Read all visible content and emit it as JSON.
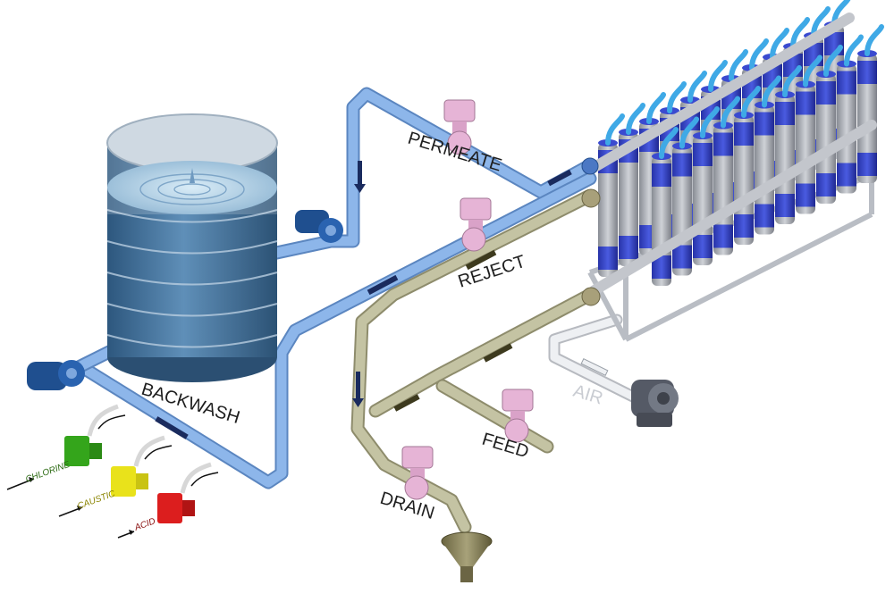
{
  "labels": {
    "permeate": "PERMEATE",
    "reject": "REJECT",
    "backwash": "BACKWASH",
    "feed": "FEED",
    "drain": "DRAIN",
    "air": "AIR"
  },
  "chemicals": [
    {
      "label": "CHLORINE",
      "color": "#34a51b",
      "text_color": "#2b6a12"
    },
    {
      "label": "CAUSTIC",
      "color": "#e9e21b",
      "text_color": "#8a8400"
    },
    {
      "label": "ACID",
      "color": "#dc1e1e",
      "text_color": "#8a1010"
    }
  ],
  "colors": {
    "water_pipe": "#8db6ea",
    "drain_pipe": "#c4c3a3",
    "air_pipe": "#e2e4e8",
    "valve": "#e6b4d6",
    "membrane_blue": "#3746c8",
    "membrane_grey": "#a8abb2",
    "tank": "#3f6f98"
  }
}
